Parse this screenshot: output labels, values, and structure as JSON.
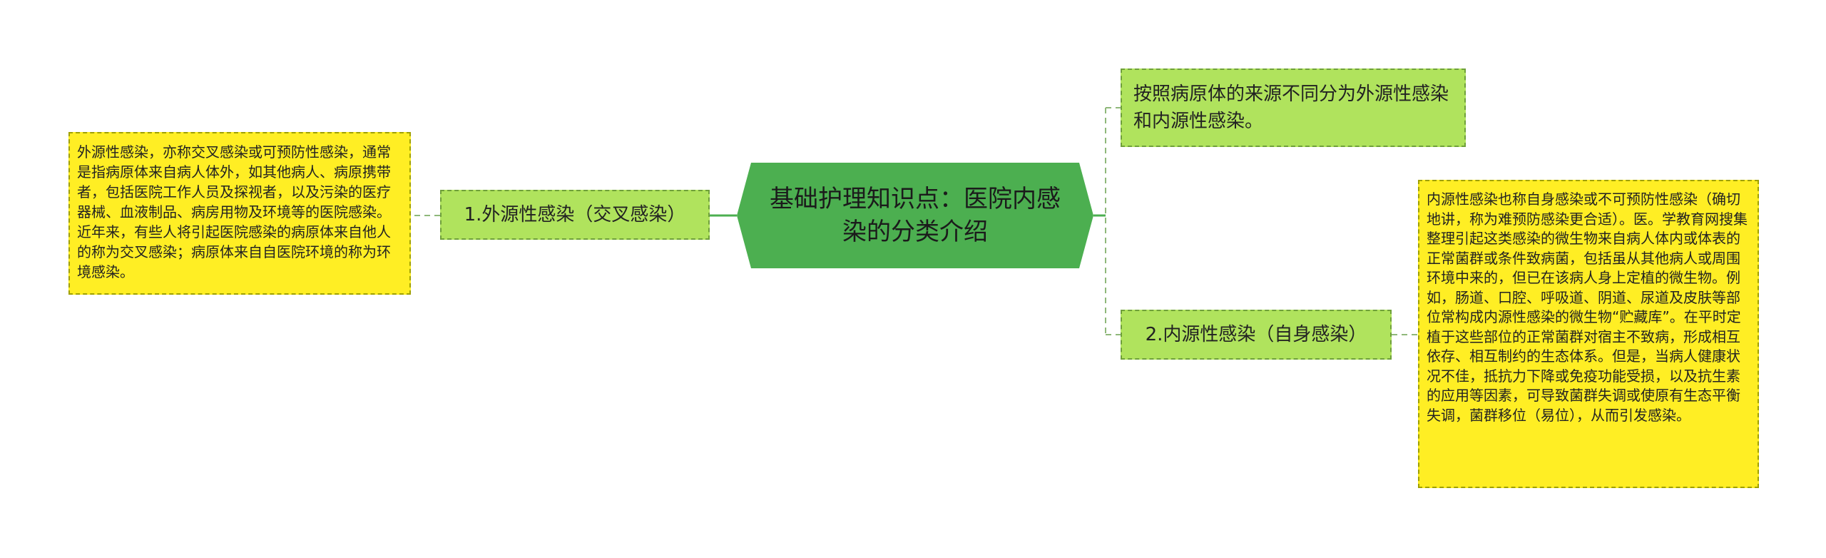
{
  "root": {
    "label": "基础护理知识点：医院内感染的分类介绍"
  },
  "branches": [
    {
      "id": "exogenous",
      "label": "1.外源性感染（交叉感染）",
      "note": "外源性感染，亦称交叉感染或可预防性感染，通常是指病原体来自病人体外，如其他病人、病原携带者，包括医院工作人员及探视者，以及污染的医疗器械、血液制品、病房用物及环境等的医院感染。近年来，有些人将引起医院感染的病原体来自他人的称为交叉感染；病原体来自自医院环境的称为环境感染。"
    },
    {
      "id": "source",
      "label": "按照病原体的来源不同分为外源性感染和内源性感染。"
    },
    {
      "id": "endogenous",
      "label": "2.内源性感染（自身感染）",
      "note": "内源性感染也称自身感染或不可预防性感染（确切地讲，称为难预防感染更合适）。医。学教育网搜集整理引起这类感染的微生物来自病人体内或体表的正常菌群或条件致病菌，包括虽从其他病人或周围环境中来的，但已在该病人身上定植的微生物。例如，肠道、口腔、呼吸道、阴道、尿道及皮肤等部位常构成内源性感染的微生物“贮藏库”。在平时定植于这些部位的正常菌群对宿主不致病，形成相互依存、相互制约的生态体系。但是，当病人健康状况不佳，抵抗力下降或免疫功能受损，以及抗生素的应用等因素，可导致菌群失调或使原有生态平衡失调，菌群移位（易位），从而引发感染。"
    }
  ],
  "colors": {
    "root_fill": "#4caf50",
    "branch_fill": "#b0e35d",
    "branch_border": "#6fa03a",
    "note_fill": "#ffee24",
    "note_border": "#a0a000",
    "connector": "#4caf50"
  }
}
